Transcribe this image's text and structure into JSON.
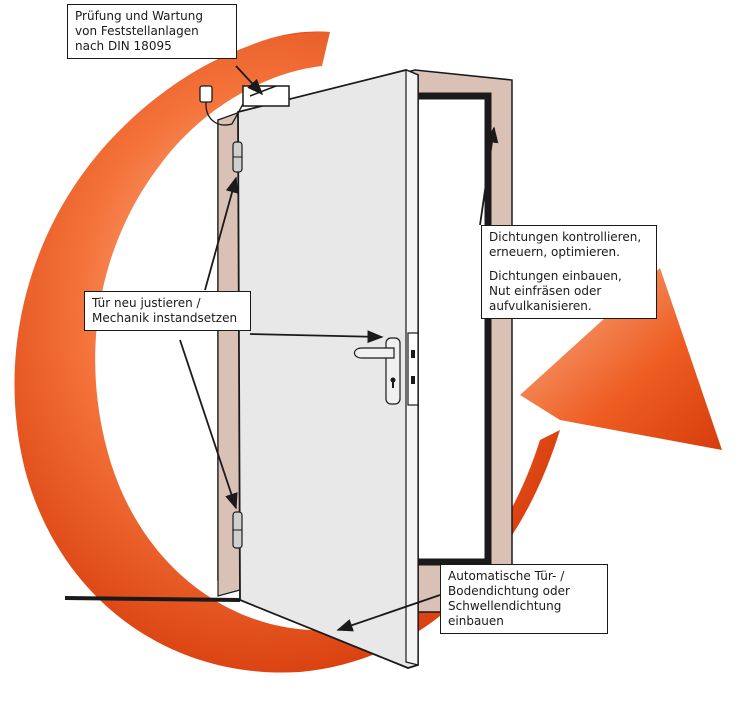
{
  "colors": {
    "arrow_ring": "#e8501e",
    "arrow_ring_light": "#f7a57e",
    "frame": "#d9c2b5",
    "door_leaf": "#e8e8e8",
    "opening": "#ffffff",
    "outline": "#1a1a1a",
    "seal": "#1a1a1a"
  },
  "icons": [
    "circular-arrow",
    "door-closer",
    "door-hinge",
    "door-handle",
    "door-lock"
  ],
  "callouts": {
    "inspection": {
      "lines": [
        "Prüfung und Wartung",
        "von Feststellanlagen",
        "nach DIN 18095"
      ]
    },
    "adjust": {
      "lines": [
        "Tür neu justieren /",
        "Mechanik instandsetzen"
      ]
    },
    "seals": {
      "para1": [
        "Dichtungen kontrollieren,",
        "erneuern, optimieren."
      ],
      "para2": [
        "Dichtungen einbauen,",
        "Nut einfräsen oder",
        "aufvulkanisieren."
      ]
    },
    "bottom_seal": {
      "lines": [
        "Automatische Tür- /",
        "Bodendichtung oder",
        "Schwellendichtung",
        "einbauen"
      ]
    }
  }
}
